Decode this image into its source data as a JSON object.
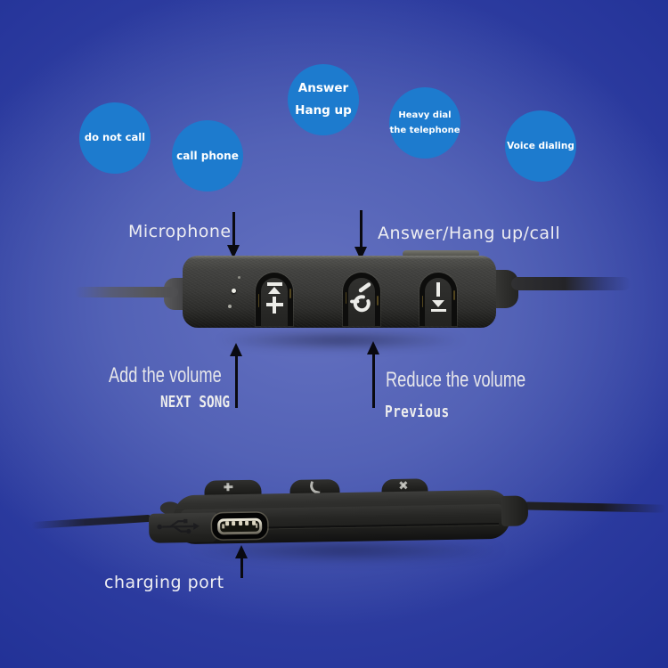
{
  "background": {
    "glow_color": "#6471c0",
    "mid_color": "#28379c",
    "edge_color": "#0e2080"
  },
  "bubble_color": "#1d7bce",
  "bubbles": [
    {
      "label": "do not call"
    },
    {
      "label": "call phone"
    },
    {
      "label": "Answer\nHang up"
    },
    {
      "label": "Heavy dial\nthe telephone"
    },
    {
      "label": "Voice dialing"
    }
  ],
  "labels": {
    "microphone": "Microphone",
    "answer_call": "Answer/Hang up/call",
    "add_volume": "Add the volume",
    "next_song": "NEXT SONG",
    "reduce_volume": "Reduce the volume",
    "previous": "Previous",
    "charging_port": "charging port"
  },
  "remote": {
    "body_color": "#2b2b29",
    "icon_color": "#ecece8",
    "buttons": [
      {
        "name": "volume-up-next-button",
        "icon": "skip-up-plus-icon"
      },
      {
        "name": "answer-hangup-button",
        "icon": "redial-circle-arrow-icon"
      },
      {
        "name": "volume-down-previous-button",
        "icon": "skip-down-bar-icon"
      }
    ],
    "mic_holes": 3,
    "charging_port_type": "micro-usb",
    "usb_logo": "usb-trident-icon"
  }
}
